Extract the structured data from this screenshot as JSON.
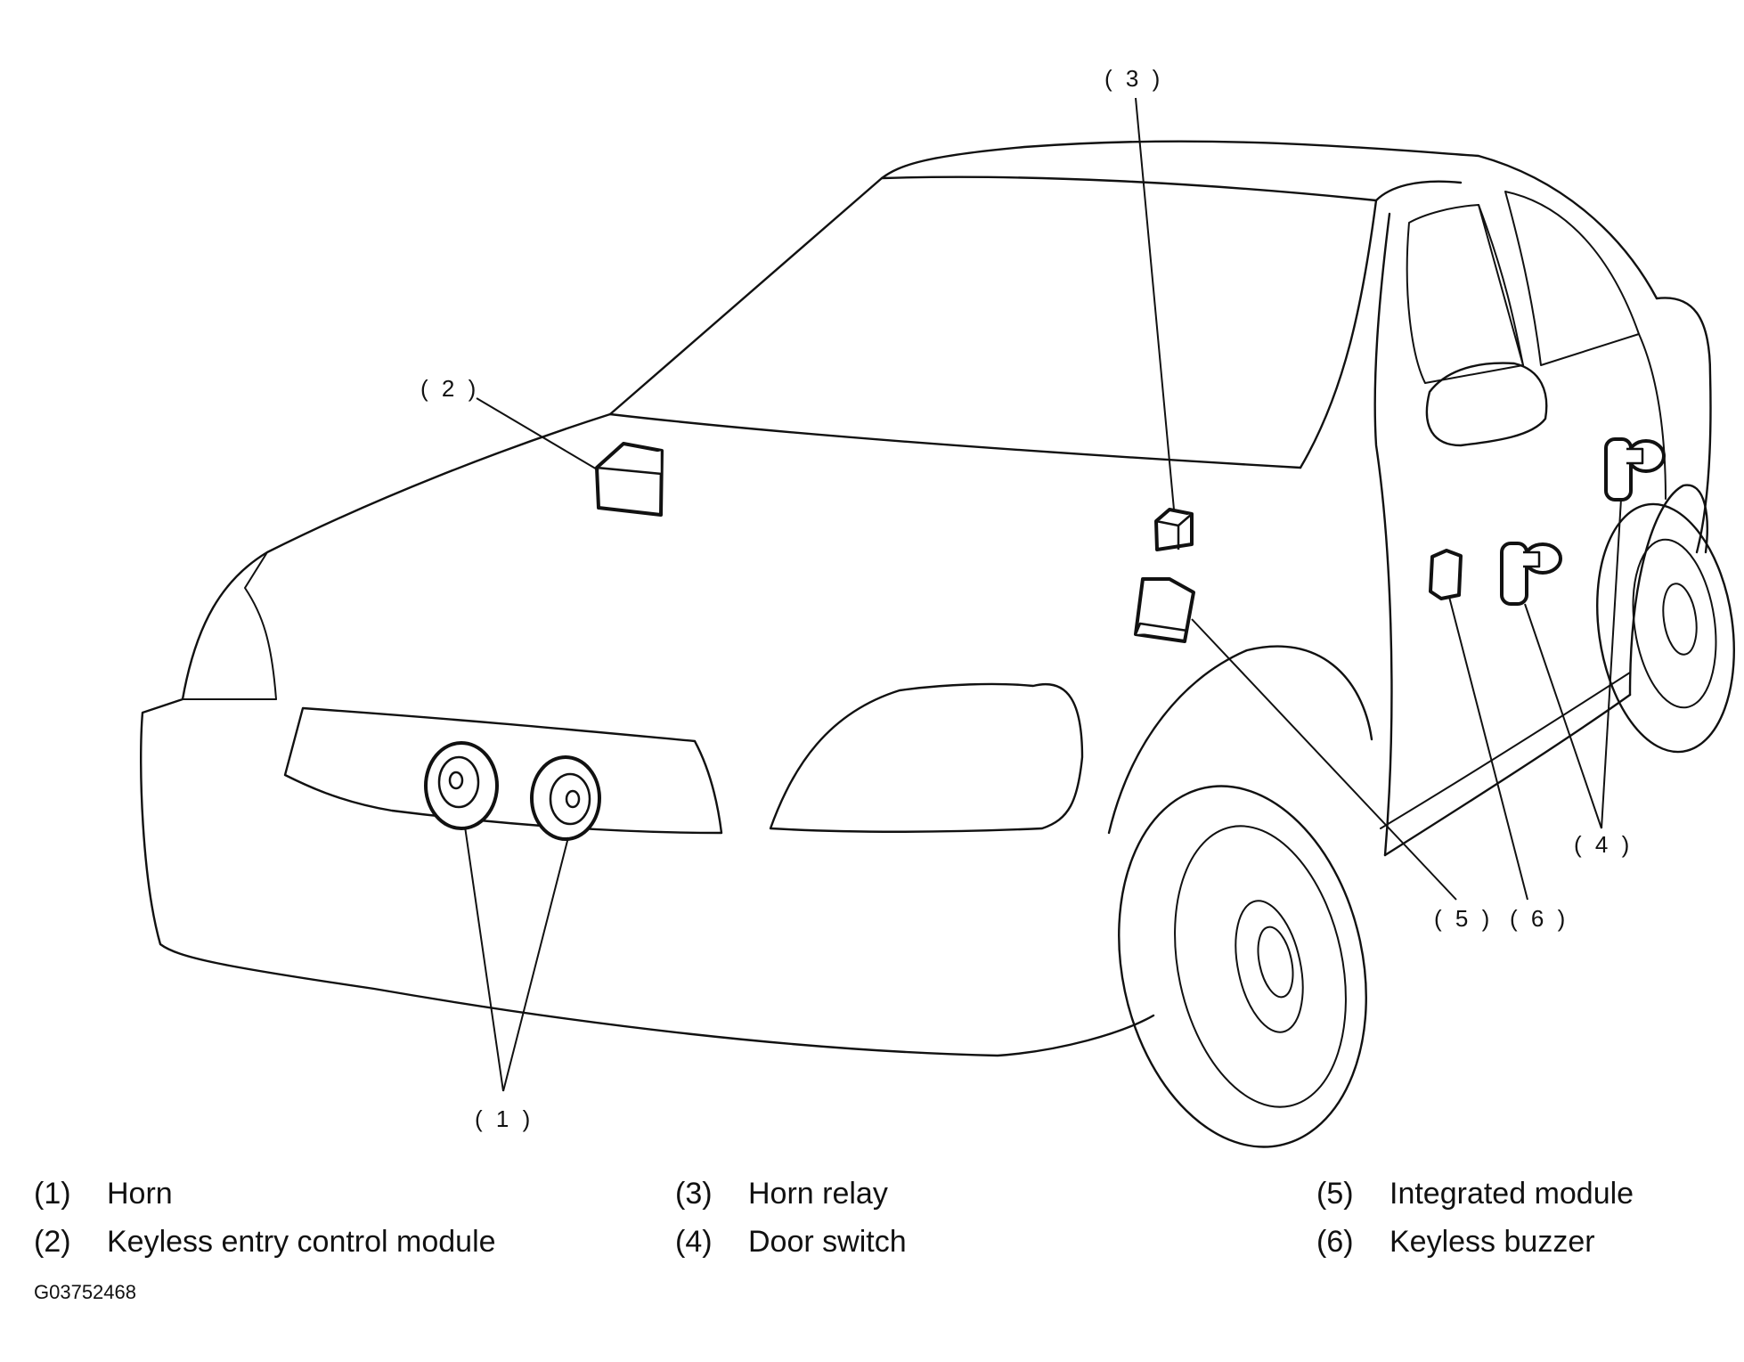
{
  "callouts": {
    "c1": "( 1 )",
    "c2": "( 2 )",
    "c3": "( 3 )",
    "c4": "( 4 )",
    "c5": "( 5 )",
    "c6": "( 6 )"
  },
  "legend": [
    {
      "num": "(1)",
      "label": "Horn"
    },
    {
      "num": "(2)",
      "label": "Keyless entry control module"
    },
    {
      "num": "(3)",
      "label": "Horn relay"
    },
    {
      "num": "(4)",
      "label": "Door switch"
    },
    {
      "num": "(5)",
      "label": "Integrated module"
    },
    {
      "num": "(6)",
      "label": "Keyless buzzer"
    }
  ],
  "figure_id": "G03752468"
}
